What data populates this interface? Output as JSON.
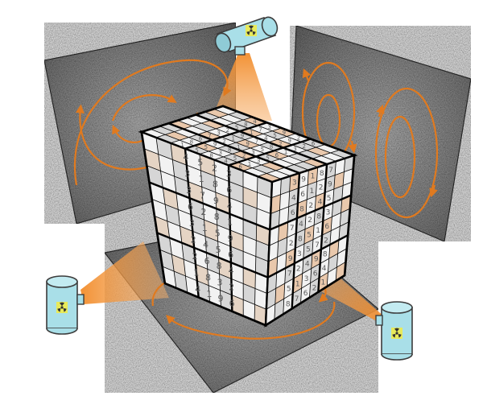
{
  "colors": {
    "background": "#ffffff",
    "panel_gray": "#9b9b9b",
    "arrow_orange": "#e07a1f",
    "beam_orange": "#f3a155",
    "projector_body": "#a9dfe8",
    "projector_outline": "#3c3c3c",
    "radiation_symbol_bg": "#e8ea5a",
    "cube_cell_light": "#f2f2f2",
    "cube_cell_shade": "#d6d6d6",
    "cube_cell_tint": "#e9c8ac",
    "grid_line": "#000000"
  },
  "icons": [
    "radiation-icon",
    "circular-flow-arrow-icon"
  ],
  "cube": {
    "front_face_rows": [
      "4 5 2 3",
      "3 1 8 6",
      "3 7 9 4",
      "6 2 8 1",
      "3 1 5 9",
      "2 4 5 6",
      "2 6 8 4",
      "1 8 3 2",
      "4 1 9 6"
    ],
    "right_face_rows": [
      "3 9 1 8 7",
      "4 6 1 2 9",
      "6 8 2 4 5",
      "7 4 2 8 3",
      "2 8 5 1 6",
      "9 3 5 7 2",
      "7 2 4 9 8",
      "5 1 3 6 4",
      "8 7 6 2 1"
    ],
    "top_face_rows": [
      "4 3 9 2 6",
      "8 7 5 9 2",
      "5 1 4 2 3",
      "2 9 7 8 1",
      "3 1 9 5 6",
      "7 2 1 3 5",
      "6 9 8 2 3",
      "8 5 3 5 1",
      "1 5 8 4 6"
    ]
  }
}
